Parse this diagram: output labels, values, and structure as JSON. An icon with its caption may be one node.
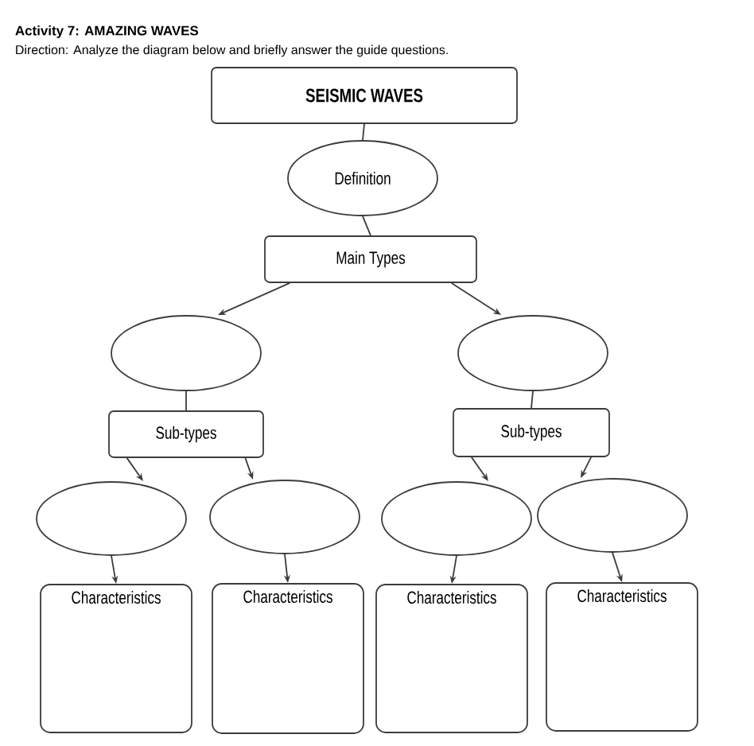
{
  "diagram": {
    "title": "Activity 7: AMAZING WAVES",
    "nodes": [
      {
        "text": [
          "SEISMIC WAVES"
        ]
      },
      {
        "text": [
          "Definition"
        ]
      },
      {
        "text": [
          "Main Types"
        ]
      },
      {
        "text": [],
        "shape": "ellipse"
      },
      {
        "text": [],
        "shape": "ellipse"
      },
      {
        "text": [
          "Sub-types"
        ]
      },
      {
        "text": [
          "Sub-types"
        ]
      },
      {
        "text": [],
        "shape": "ellipse"
      },
      {
        "text": [],
        "shape": "ellipse"
      },
      {
        "text": [],
        "shape": "ellipse"
      },
      {
        "text": [],
        "shape": "ellipse"
      },
      {
        "text": [
          "Characteristics"
        ]
      },
      {
        "text": [
          "Characteristics"
        ]
      },
      {
        "text": [
          "Characteristics"
        ]
      },
      {
        "text": [
          "Characteristics"
        ]
      }
    ],
    "edges": [
      {
        "from": 0,
        "to": 1,
        "arrow": "none"
      },
      {
        "from": 1,
        "to": 2,
        "arrow": "none"
      },
      {
        "from": 2,
        "to": 3,
        "arrow": "to"
      },
      {
        "from": 2,
        "to": 4,
        "arrow": "to"
      },
      {
        "from": 3,
        "to": 5,
        "arrow": "none"
      },
      {
        "from": 4,
        "to": 6,
        "arrow": "none"
      },
      {
        "from": 5,
        "to": 7,
        "arrow": "to"
      },
      {
        "from": 5,
        "to": 8,
        "arrow": "to"
      },
      {
        "from": 6,
        "to": 9,
        "arrow": "to"
      },
      {
        "from": 6,
        "to": 10,
        "arrow": "to"
      },
      {
        "from": 7,
        "to": 11,
        "arrow": "to"
      },
      {
        "from": 8,
        "to": 12,
        "arrow": "to"
      },
      {
        "from": 9,
        "to": 13,
        "arrow": "to"
      },
      {
        "from": 10,
        "to": 14,
        "arrow": "to"
      }
    ],
    "labels": [
      "Direction: Analyze the diagram below and briefly answer the guide questions."
    ]
  }
}
